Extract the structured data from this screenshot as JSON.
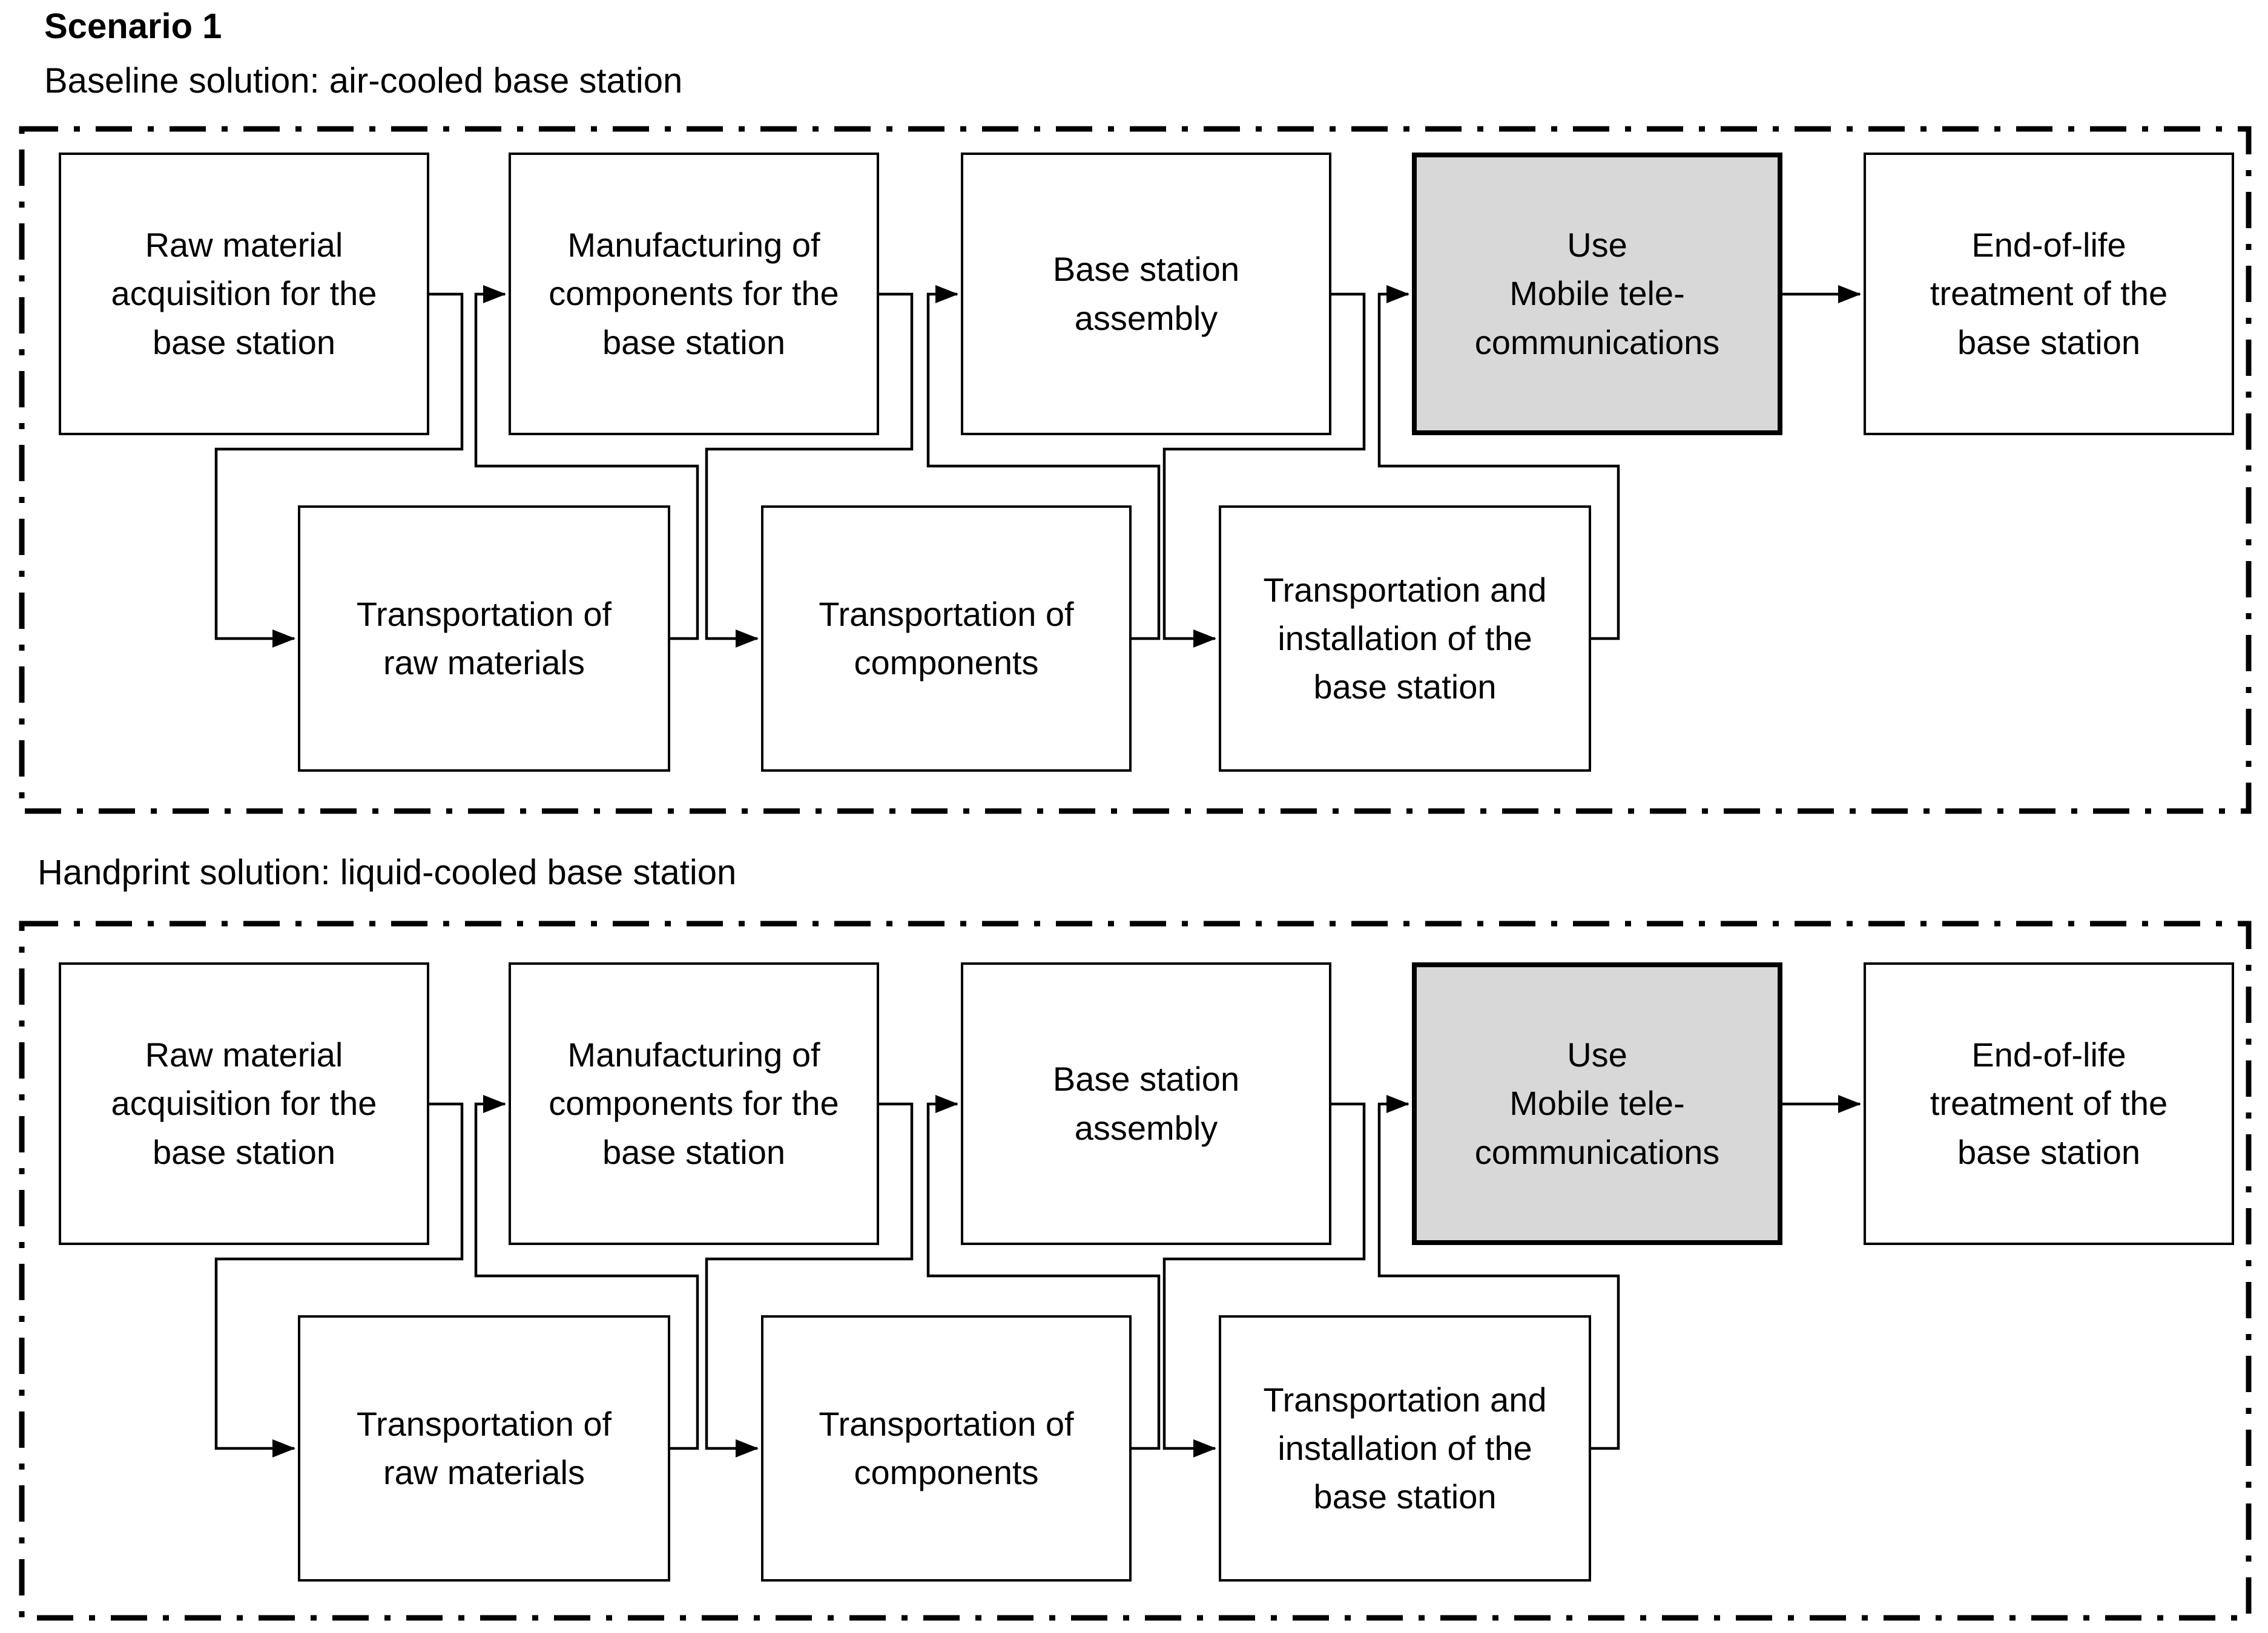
{
  "scenario1": {
    "title": "Scenario 1",
    "subtitle": "Baseline solution: air-cooled base station"
  },
  "scenario2": {
    "subtitle": "Handprint solution: liquid-cooled base station"
  },
  "stages": {
    "raw_material": [
      "Raw material",
      "acquisition for the",
      "base station"
    ],
    "manufacturing": [
      "Manufacturing of",
      "components for the",
      "base station"
    ],
    "assembly": [
      "Base station",
      "assembly"
    ],
    "use": [
      "Use",
      "Mobile tele-",
      "communications"
    ],
    "end_of_life": [
      "End-of-life",
      "treatment of the",
      "base station"
    ],
    "transport_raw": [
      "Transportation of",
      "raw materials"
    ],
    "transport_components": [
      "Transportation of",
      "components"
    ],
    "transport_install": [
      "Transportation and",
      "installation of the",
      "base station"
    ]
  },
  "flow_sequence": [
    "raw_material",
    "transport_raw",
    "manufacturing",
    "transport_components",
    "assembly",
    "transport_install",
    "use",
    "end_of_life"
  ],
  "colors": {
    "use_fill": "#d8d8d8",
    "line": "#000000",
    "background": "#ffffff"
  }
}
